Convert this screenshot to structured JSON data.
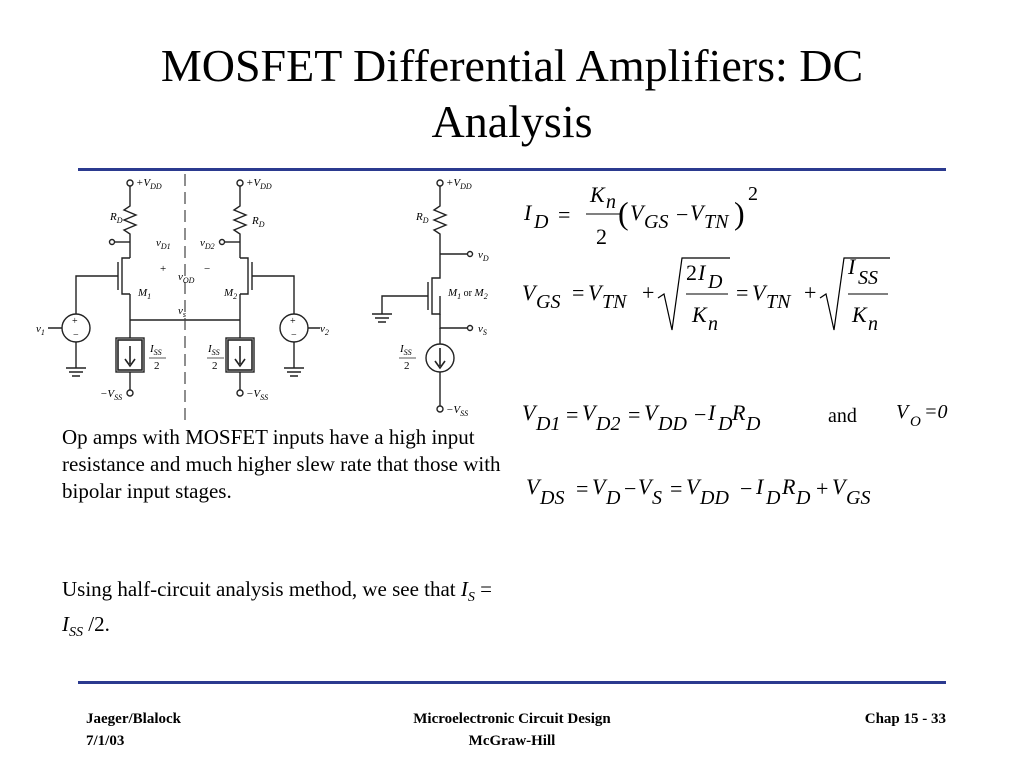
{
  "slide": {
    "title_line1": "MOSFET Differential Amplifiers: DC",
    "title_line2": "Analysis",
    "accent_color": "#2b3a8f"
  },
  "circuit": {
    "vdd": "+V",
    "vdd_sub": "DD",
    "vss": "−V",
    "vss_sub": "SS",
    "rd": "R",
    "rd_sub": "D",
    "vd1": "v",
    "vd1_sub": "D1",
    "vd2": "v",
    "vd2_sub": "D2",
    "vod": "v",
    "vod_sub": "OD",
    "vs_small": "v",
    "vs_small_sub": "s",
    "m1": "M",
    "m1_sub": "1",
    "m2": "M",
    "m2_sub": "2",
    "v1": "v",
    "v1_sub": "1",
    "v2": "v",
    "v2_sub": "2",
    "iss_num": "I",
    "iss_num_sub": "SS",
    "iss_den": "2",
    "half_vd": "v",
    "half_vd_sub": "D",
    "half_vs": "v",
    "half_vs_sub": "S",
    "half_m": "M",
    "half_m_text": "1 or M",
    "half_m_sub": "2",
    "plus": "+",
    "minus": "−"
  },
  "equations": {
    "and": "and",
    "vo0": "V",
    "vo0_sub": "O",
    "vo0_rhs": "=0"
  },
  "text": {
    "para1": "Op amps with MOSFET inputs have a high input resistance and much higher slew rate that those with bipolar input stages.",
    "para2_start": "Using half-circuit analysis method, we see that ",
    "para2_is": "I",
    "para2_is_sub": "S",
    "para2_eq": " = ",
    "para2_iss": "I",
    "para2_iss_sub": "SS",
    "para2_end": " /2."
  },
  "footer": {
    "left1": "Jaeger/Blalock",
    "left2": "7/1/03",
    "center1": "Microelectronic Circuit Design",
    "center2": "McGraw-Hill",
    "right": "Chap 15 - 33"
  }
}
